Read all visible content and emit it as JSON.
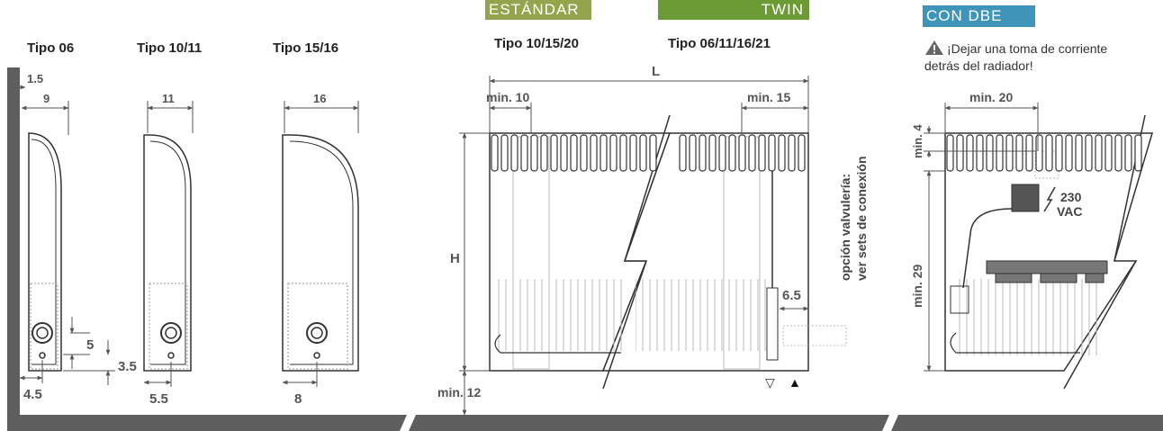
{
  "headers": {
    "estandar": "ESTÁNDAR",
    "twin": "TWIN",
    "con_dbe": "CON DBE",
    "estandar_color": "#93a44d",
    "twin_color": "#6c9a35",
    "dbe_color": "#3f94b9"
  },
  "tipos": {
    "t06": "Tipo 06",
    "t1011": "Tipo 10/11",
    "t1516": "Tipo 15/16",
    "t101520": "Tipo 10/15/20",
    "t06111621": "Tipo 06/11/16/21"
  },
  "note": {
    "line1": "¡Dejar una toma de corriente",
    "line2": "detrás del radiador!",
    "warning_icon": "warning-triangle-icon"
  },
  "dims": {
    "d1_5": "1.5",
    "d9": "9",
    "d11": "11",
    "d16": "16",
    "d5": "5",
    "d3_5": "3.5",
    "d4_5": "4.5",
    "d5_5": "5.5",
    "d8": "8",
    "L": "L",
    "H": "H",
    "min10": "min. 10",
    "min15": "min. 15",
    "min12": "min. 12",
    "d6_5": "6.5",
    "min20": "min. 20",
    "min4": "min. 4",
    "min29": "min. 29",
    "v230": "230",
    "vac": "VAC"
  },
  "labels": {
    "valve_line1": "opción valvulería:",
    "valve_line2": "ver sets de conexión",
    "symbol_open": "▽",
    "symbol_filled": "▲"
  },
  "colors": {
    "wall": "#5e5e5e",
    "line": "#333333",
    "dim": "#666666",
    "ghost": "#bbbbbb"
  }
}
